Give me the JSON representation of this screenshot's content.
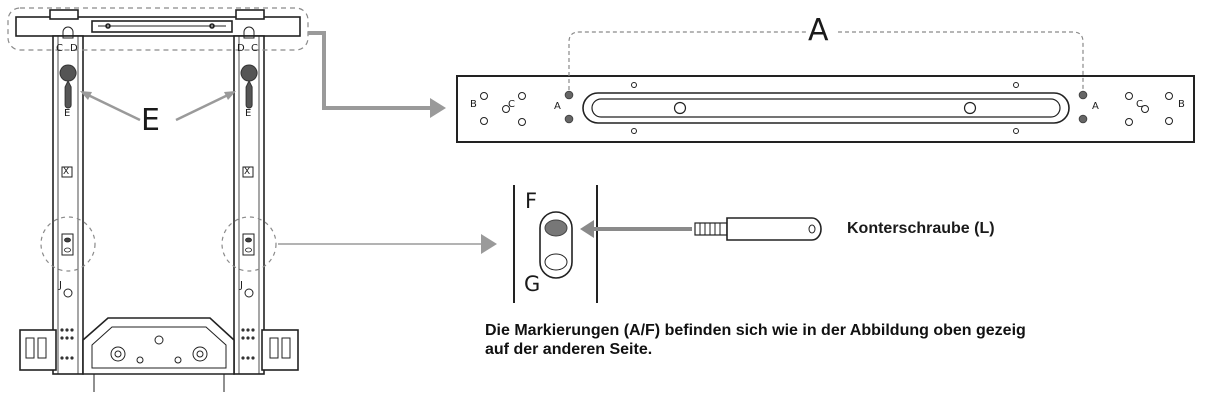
{
  "labels": {
    "distance_a": "A",
    "hole_b": "B",
    "hole_c": "C",
    "hole_a": "A",
    "hole_d": "D",
    "hole_e": "E",
    "callout_e": "E",
    "hole_j": "J",
    "marker_x": "X",
    "hole_f": "F",
    "hole_g": "G"
  },
  "screw_label": "Konterschraube (L)",
  "caption": {
    "line1": "Die Markierungen (A/F) befinden sich wie in der Abbildung oben gezeig",
    "line2": "auf der anderen Seite."
  },
  "colors": {
    "line": "#222222",
    "arrow": "#9a9a9a",
    "marker_fill": "#666666",
    "dashed": "#8a8a8a"
  }
}
